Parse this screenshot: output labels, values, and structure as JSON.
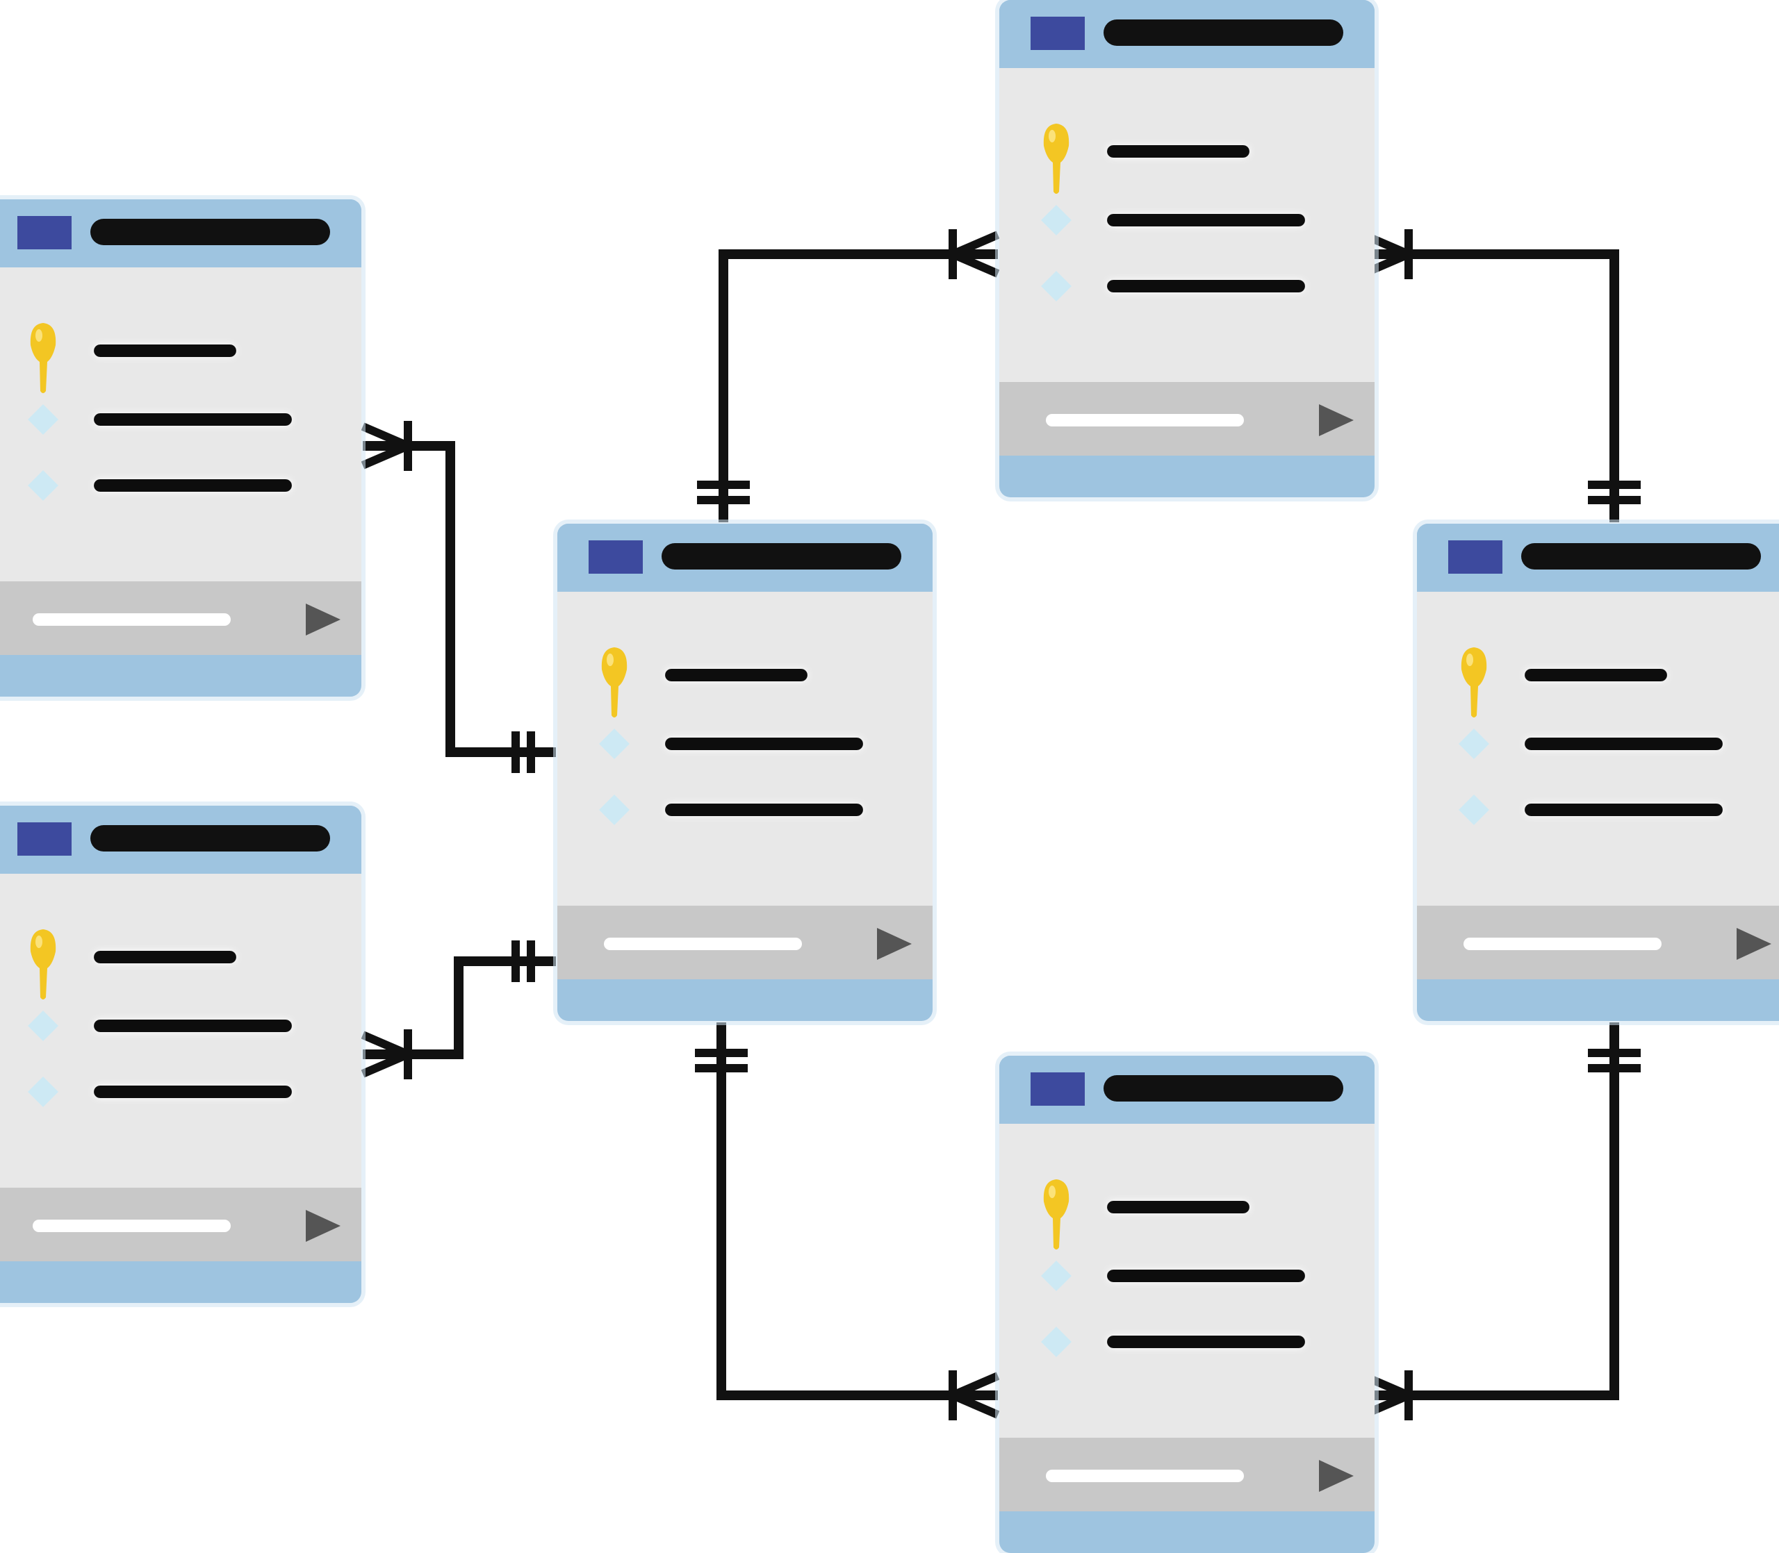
{
  "diagram": {
    "kind": "entity-relationship",
    "entities": [
      {
        "id": "left-top",
        "fields": [
          "primary-key-icon",
          "attribute-icon",
          "attribute-icon"
        ]
      },
      {
        "id": "left-bottom",
        "fields": [
          "primary-key-icon",
          "attribute-icon",
          "attribute-icon"
        ]
      },
      {
        "id": "center",
        "fields": [
          "primary-key-icon",
          "attribute-icon",
          "attribute-icon"
        ]
      },
      {
        "id": "top",
        "fields": [
          "primary-key-icon",
          "attribute-icon",
          "attribute-icon"
        ]
      },
      {
        "id": "right",
        "fields": [
          "primary-key-icon",
          "attribute-icon",
          "attribute-icon"
        ]
      },
      {
        "id": "bottom",
        "fields": [
          "primary-key-icon",
          "attribute-icon",
          "attribute-icon"
        ]
      }
    ],
    "relationships": [
      {
        "from": "left-top",
        "to": "center",
        "from_cardinality": "one-or-many",
        "to_cardinality": "exactly-one"
      },
      {
        "from": "left-bottom",
        "to": "center",
        "from_cardinality": "one-or-many",
        "to_cardinality": "exactly-one"
      },
      {
        "from": "center",
        "to": "top",
        "from_cardinality": "exactly-one",
        "to_cardinality": "one-or-many"
      },
      {
        "from": "right",
        "to": "top",
        "from_cardinality": "exactly-one",
        "to_cardinality": "one-or-many"
      },
      {
        "from": "center",
        "to": "bottom",
        "from_cardinality": "exactly-one",
        "to_cardinality": "one-or-many"
      },
      {
        "from": "right",
        "to": "bottom",
        "from_cardinality": "exactly-one",
        "to_cardinality": "one-or-many"
      }
    ]
  },
  "colors": {
    "header": "#9ec4e0",
    "header_glow": "#cfe4f3",
    "header_square": "#3d4a9e",
    "title_bar": "#111111",
    "body": "#e8e8e8",
    "footer": "#c8c8c8",
    "footer_bar": "#ffffff",
    "arrow": "#555555",
    "bottom_strip": "#9ec4e0",
    "key": "#f3c623",
    "diamond": "#cde9f4",
    "field_line": "#111111",
    "connector": "#111111"
  }
}
